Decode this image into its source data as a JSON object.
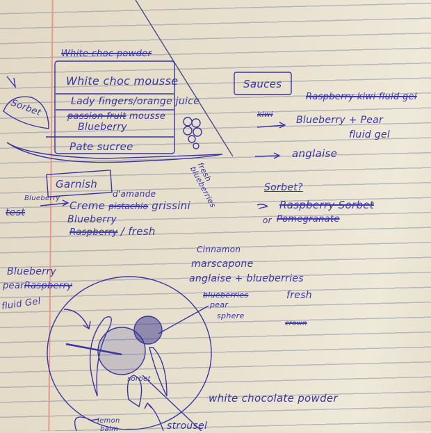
{
  "cake_diagram": {
    "top_label": "White choc powder",
    "layers": [
      "White choc mousse",
      "Lady fingers/orange juice",
      "mousse",
      "Blueberry",
      "Pate sucree"
    ],
    "layer_struck": "passion fruit",
    "side_label": "Sorbet",
    "berries_label": "fresh blueberries"
  },
  "sauces": {
    "heading": "Sauces",
    "struck_item": "Raspberry kiwi fluid gel",
    "struck_mark": "kiwi",
    "items": [
      "Blueberry + Pear",
      "fluid gel",
      "anglaise"
    ]
  },
  "sorbet": {
    "heading": "Sorbet?",
    "item": "Raspberry Sorbet",
    "or_label": "or",
    "alt": "Pomegranate"
  },
  "garnish": {
    "heading": "Garnish",
    "test_label": "test",
    "blueberry_note": "Blueberry",
    "creme": "Creme",
    "creme_struck": "pistachio",
    "creme_insert": "d'amande",
    "grissini": "grissini",
    "berry_line_1": "Blueberry",
    "berry_line_2_struck": "Raspberry",
    "berry_line_2": "/ fresh"
  },
  "anglaise_note": {
    "lines": [
      "Cinnamon",
      "marscapone",
      "anglaise + blueberries",
      "fresh"
    ]
  },
  "sphere_note": {
    "struck": "blueberries",
    "lines": [
      "pear",
      "sphere"
    ]
  },
  "plate_notes": {
    "gel_lines": [
      "Blueberry",
      "pear",
      "fluid Gel"
    ],
    "gel_struck": "Raspberry",
    "sorbet": "sorbet",
    "lemon_balm": [
      "lemon",
      "balm"
    ],
    "powder": "white chocolate powder",
    "streusel": "strousel",
    "scribble": "crown"
  },
  "colors": {
    "ink": "#3a35a0",
    "paper": "#e8e1cf",
    "rule": "#8a8fa8",
    "margin": "#e39a8f"
  }
}
